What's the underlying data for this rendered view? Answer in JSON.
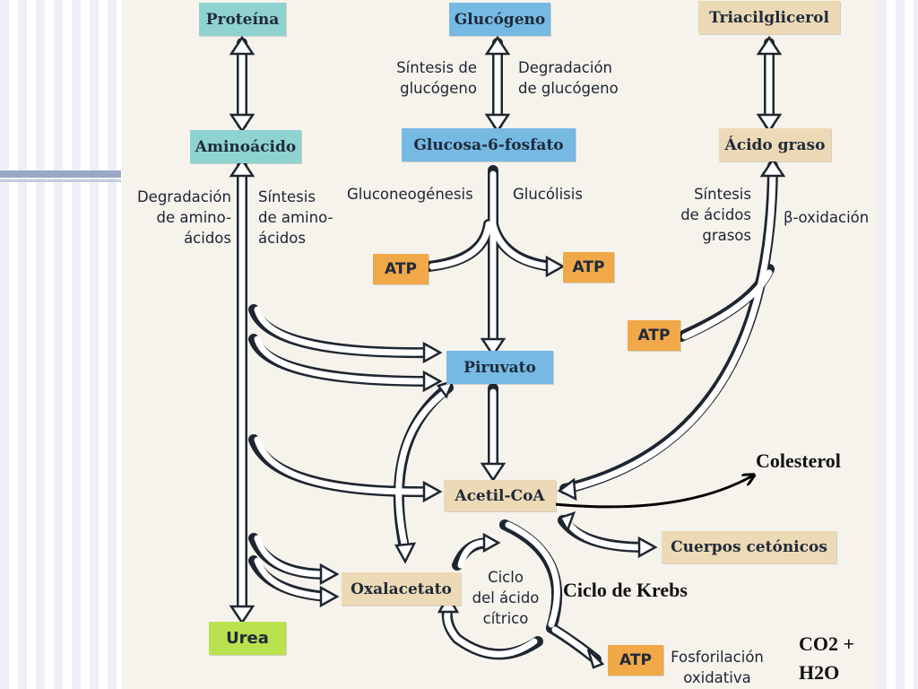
{
  "boxes": {
    "proteina": "Proteína",
    "glucogeno": "Glucógeno",
    "triacilglicerol": "Triacilglicerol",
    "aminoacido": "Aminoácido",
    "glucosa6p": "Glucosa-6-fosfato",
    "acido_graso": "Ácido graso",
    "atp_left": "ATP",
    "atp_mid": "ATP",
    "atp_right": "ATP",
    "piruvato": "Piruvato",
    "acetil_coa": "Acetil-CoA",
    "cuerpos_ceton": "Cuerpos cetónicos",
    "oxalacetato": "Oxalacetato",
    "urea": "Urea",
    "atp_bottom": "ATP"
  },
  "labels": {
    "sintesis_glucogeno": "Síntesis de\nglucógeno",
    "degradacion_glucogeno": "Degradación\nde glucógeno",
    "degradacion_aa": "Degradación\nde amino-\nácidos",
    "sintesis_aa": "Síntesis\nde amino-\nácidos",
    "gluconeogenesis": "Gluconeogénesis",
    "glucolisis": "Glucólisis",
    "sintesis_acidos_grasos": "Síntesis\nde ácidos\ngrasos",
    "beta_oxidacion": "β-oxidación",
    "ciclo_acido_citrico": "Ciclo\ndel ácido\ncítrico",
    "fosforilacion": "Fosforilación\noxidativa"
  },
  "annotations": {
    "colesterol": "Colesterol",
    "ciclo_krebs": "Ciclo de Krebs",
    "co2": "CO2 +",
    "h2o": "H2O"
  },
  "colors": {
    "teal": "#8fd3d0",
    "blue": "#76b9e3",
    "tan": "#ecd9b5",
    "orange": "#f0a848",
    "green": "#b9e24e"
  }
}
